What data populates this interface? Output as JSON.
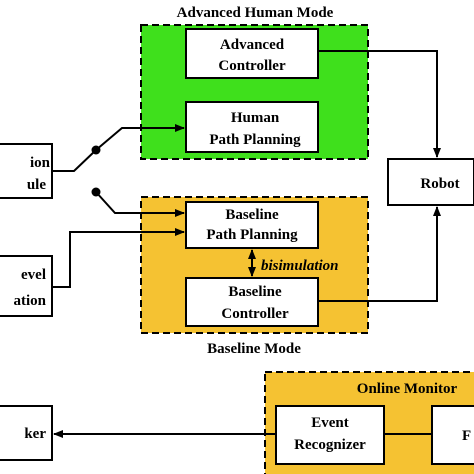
{
  "advanced_mode": {
    "title": "Advanced Human Mode",
    "fill": "#3fe01c",
    "controller": {
      "line1": "Advanced",
      "line2": "Controller"
    },
    "path_planning": {
      "line1": "Human",
      "line2": "Path Planning"
    }
  },
  "baseline_mode": {
    "title": "Baseline Mode",
    "fill": "#f5c232",
    "path_planning": {
      "line1": "Baseline",
      "line2": "Path Planning"
    },
    "controller": {
      "line1": "Baseline",
      "line2": "Controller"
    },
    "relation_label": "bisimulation"
  },
  "robot": {
    "label": "Robot"
  },
  "switch_module": {
    "line1": "ion",
    "line2": "ule"
  },
  "level_module": {
    "line1": "evel",
    "line2": "ation"
  },
  "online_monitor": {
    "title": "Online Monitor",
    "fill": "#f5c232",
    "event_recognizer": {
      "line1": "Event",
      "line2": "Recognizer"
    },
    "right_block": {
      "label": "F"
    }
  },
  "left_bottom_block": {
    "label": "ker"
  },
  "colors": {
    "stroke": "#000000",
    "background": "#ffffff"
  }
}
